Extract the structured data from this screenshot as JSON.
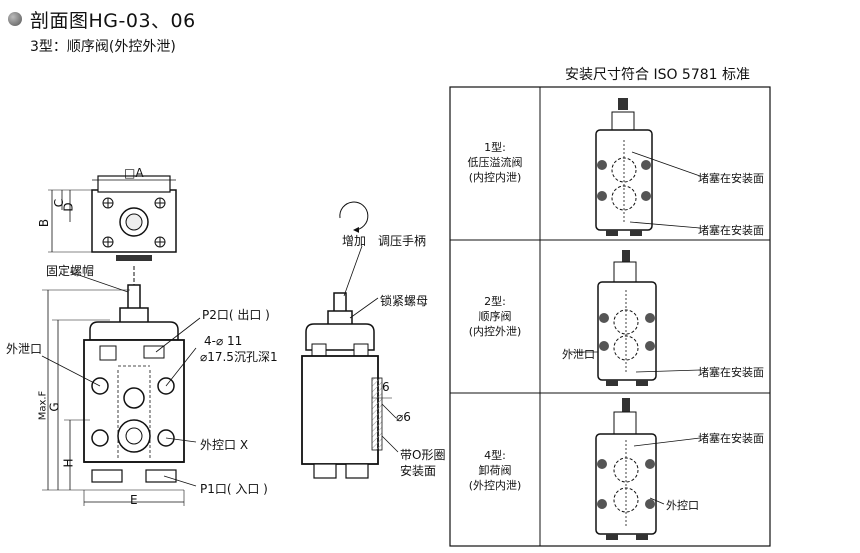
{
  "header": {
    "title": "剖面图HG-03、06",
    "subtitle": "3型：顺序阀(外控外泄)"
  },
  "standard_note": "安装尺寸符合 ISO 5781 标准",
  "dimension_labels": {
    "square_a": "□A",
    "b": "B",
    "c": "C",
    "d": "D",
    "max_f": "Max.F",
    "g": "G",
    "h": "H",
    "e": "E",
    "six": "6",
    "phi6": "⌀6"
  },
  "callouts": {
    "fixing_nut": "固定螺帽",
    "drain_port": "外泄口",
    "p2_port": "P2口( 出口 )",
    "bolt_holes_line1": "4-⌀ 11",
    "bolt_holes_line2": "⌀17.5沉孔深1",
    "external_pilot": "外控口 X",
    "p1_port": "P1口( 入口 )",
    "increase": "增加",
    "pressure_knob": "调压手柄",
    "lock_nut": "锁紧螺母",
    "oring_line1": "带O形圈",
    "oring_line2": "安装面"
  },
  "table": {
    "rows": [
      {
        "type_label": "1型:",
        "name": "低压溢流阀",
        "mode": "(内控内泄)",
        "notes": [
          "堵塞在安装面",
          "堵塞在安装面"
        ]
      },
      {
        "type_label": "2型:",
        "name": "顺序阀",
        "mode": "(内控外泄)",
        "notes": [
          "外泄口",
          "堵塞在安装面"
        ]
      },
      {
        "type_label": "4型:",
        "name": "卸荷阀",
        "mode": "(外控内泄)",
        "notes": [
          "堵塞在安装面",
          "外控口"
        ]
      }
    ]
  }
}
